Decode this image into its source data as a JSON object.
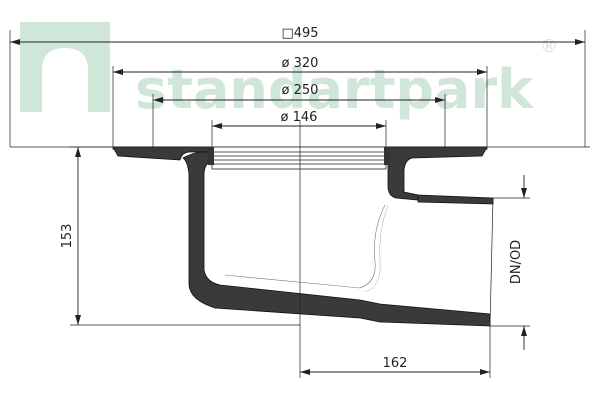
{
  "watermark": {
    "brand": "standartpark",
    "registered_mark": "®",
    "color": "#cfe6d8"
  },
  "dimensions": {
    "frame_size": "□495",
    "dia_outer": "ø 320",
    "dia_middle": "ø 250",
    "dia_inner": "ø 146",
    "height": "153",
    "outlet_offset": "162",
    "outlet_label": "DN/OD"
  },
  "colors": {
    "body": "#3a3a3a",
    "line": "#222222"
  }
}
